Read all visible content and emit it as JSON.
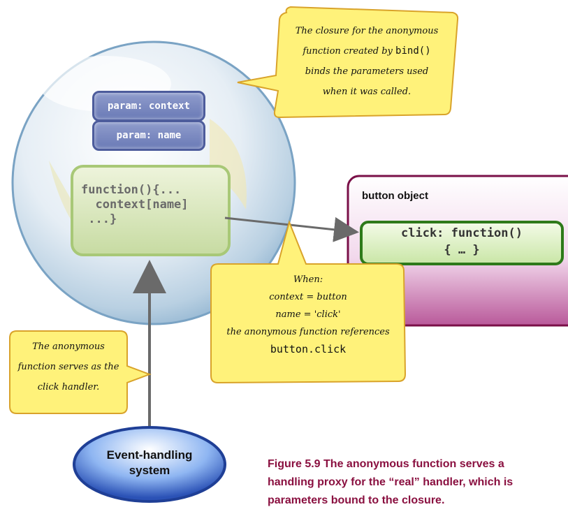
{
  "callout_top": {
    "line1": "The closure for the anonymous",
    "line2_prefix": "function created by ",
    "line2_code": "bind()",
    "line3": "binds the parameters used",
    "line4": "when it was called."
  },
  "closure": {
    "param1": "param: context",
    "param2": "param: name",
    "code_line1": "function(){...",
    "code_line2": "  context[name]",
    "code_line3": " ...}"
  },
  "button_object": {
    "title": "button object",
    "click_line1": "click: function()",
    "click_line2": "{ … }"
  },
  "callout_when": {
    "line1": "When:",
    "line2": "context = button",
    "line3": "name = 'click'",
    "line4": "the anonymous function references",
    "line5": "button.click"
  },
  "callout_left": {
    "line1": "The anonymous",
    "line2": "function serves as the",
    "line3": "click handler."
  },
  "event_system": {
    "line1": "Event-handling",
    "line2": "system"
  },
  "caption": {
    "line1": "Figure 5.9   The anonymous function serves a",
    "line2": "handling proxy for the “real” handler, which is",
    "line3": "parameters bound to the closure."
  }
}
